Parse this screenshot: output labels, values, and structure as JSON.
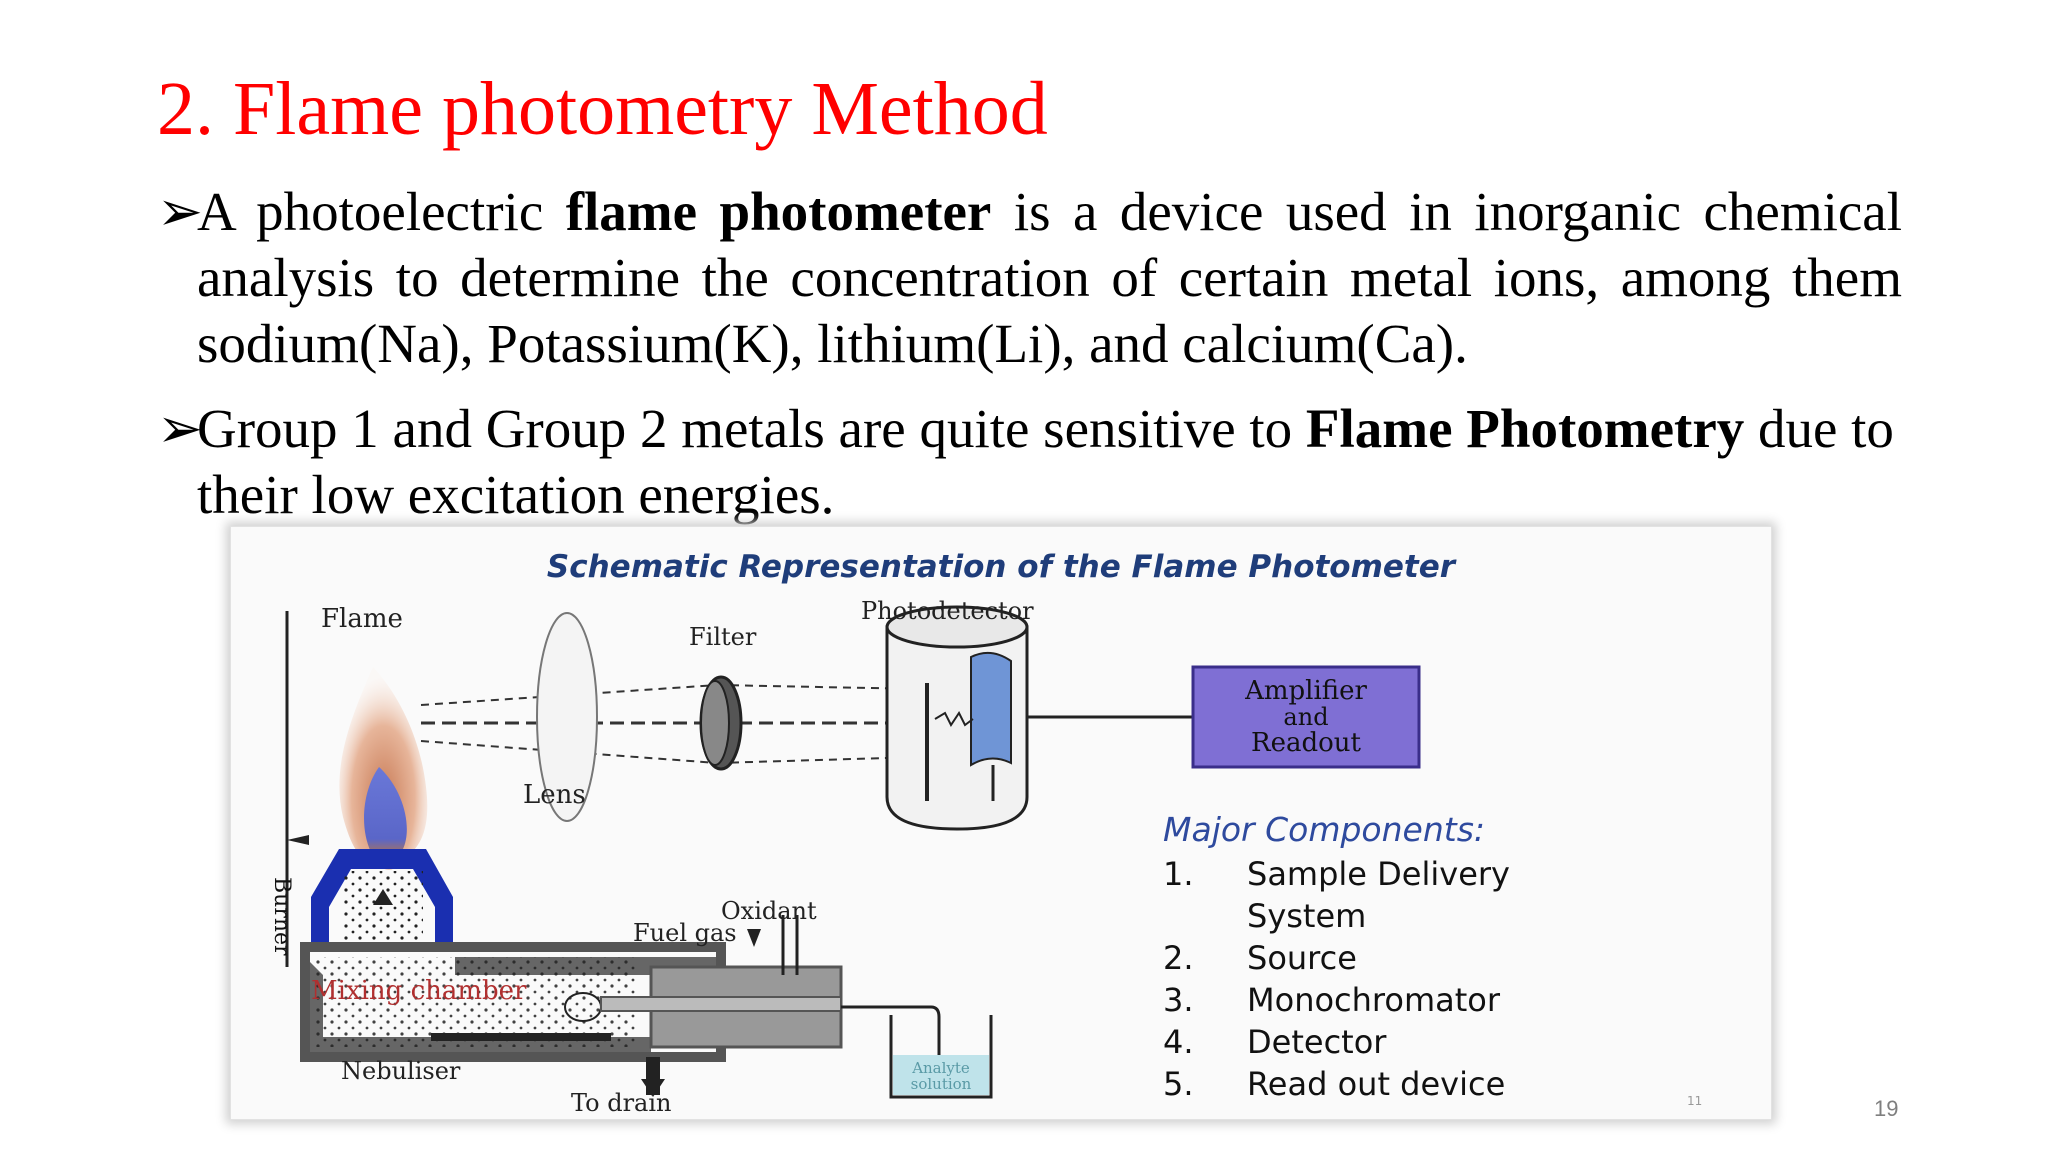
{
  "slide": {
    "title": "2. Flame photometry Method",
    "page_number": "19",
    "bullet_marker": "➢",
    "bullet1": {
      "pre": "A photoelectric ",
      "bold": "flame photometer",
      "post": " is a device used in inorganic chemical analysis to determine the concentration of certain metal ions, among them sodium(Na), Potassium(K), lithium(Li), and calcium(Ca)."
    },
    "bullet2": {
      "pre": "Group 1 and Group 2 metals are quite sensitive to ",
      "bold": "Flame Photometry",
      "post": " due to their low excitation energies."
    }
  },
  "figure": {
    "title": "Schematic Representation of the Flame Photometer",
    "labels": {
      "flame": "Flame",
      "filter": "Filter",
      "photodetector": "Photodetector",
      "lens": "Lens",
      "burner": "Burner",
      "oxidant": "Oxidant",
      "fuel_gas": "Fuel gas",
      "mixing_chamber": "Mixing chamber",
      "nebuliser": "Nebuliser",
      "to_drain": "To drain",
      "analyte": "Analyte",
      "solution": "solution",
      "small_number": "11"
    },
    "amplifier": {
      "line1": "Amplifier",
      "line2": "and",
      "line3": "Readout"
    },
    "components": {
      "heading": "Major Components:",
      "items": [
        {
          "num": "1.",
          "text": "Sample Delivery",
          "cont": "System"
        },
        {
          "num": "2.",
          "text": "Source"
        },
        {
          "num": "3.",
          "text": "Monochromator"
        },
        {
          "num": "4.",
          "text": "Detector"
        },
        {
          "num": "5.",
          "text": "Read out device"
        }
      ]
    },
    "colors": {
      "title_blue": "#1f3d7a",
      "components_heading": "#2e4a9e",
      "burner_blue": "#1a2fb0",
      "amplifier_fill": "#7f6fd4",
      "analyte_fill": "#bfe3ea"
    }
  }
}
